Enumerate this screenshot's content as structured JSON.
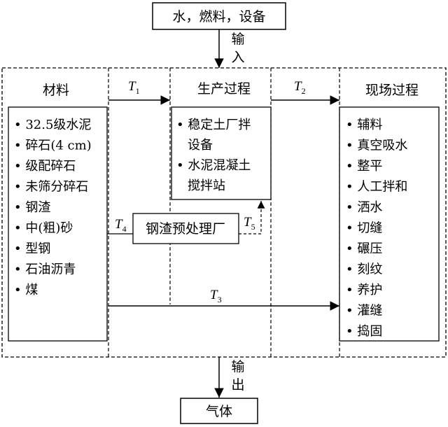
{
  "top_input": "水，燃料，设备",
  "input_label": "输入",
  "output_label": "输出",
  "bottom_output": "气体",
  "headers": {
    "materials": "材料",
    "production": "生产过程",
    "onsite": "现场过程"
  },
  "materials_items": [
    "• 32.5级水泥",
    "• 碎石(4 cm)",
    "• 级配碎石",
    "• 未筛分碎石",
    "• 钢渣",
    "• 中(粗)砂",
    "• 型钢",
    "• 石油沥青",
    "• 煤"
  ],
  "production_items": [
    "• 稳定土厂拌",
    "设备",
    "• 水泥混凝土",
    "搅拌站"
  ],
  "onsite_items": [
    "• 辅料",
    "• 真空吸水",
    "• 整平",
    "• 人工拌和",
    "• 洒水",
    "• 切缝",
    "• 碾压",
    "• 刻纹",
    "• 养护",
    "• 灌缝",
    "• 捣固"
  ],
  "steel_slag_plant": "钢渣预处理厂",
  "transports": [
    {
      "main": "T",
      "sub": "1"
    },
    {
      "main": "T",
      "sub": "2"
    },
    {
      "main": "T",
      "sub": "3"
    },
    {
      "main": "T",
      "sub": "4"
    },
    {
      "main": "T",
      "sub": "5"
    }
  ]
}
